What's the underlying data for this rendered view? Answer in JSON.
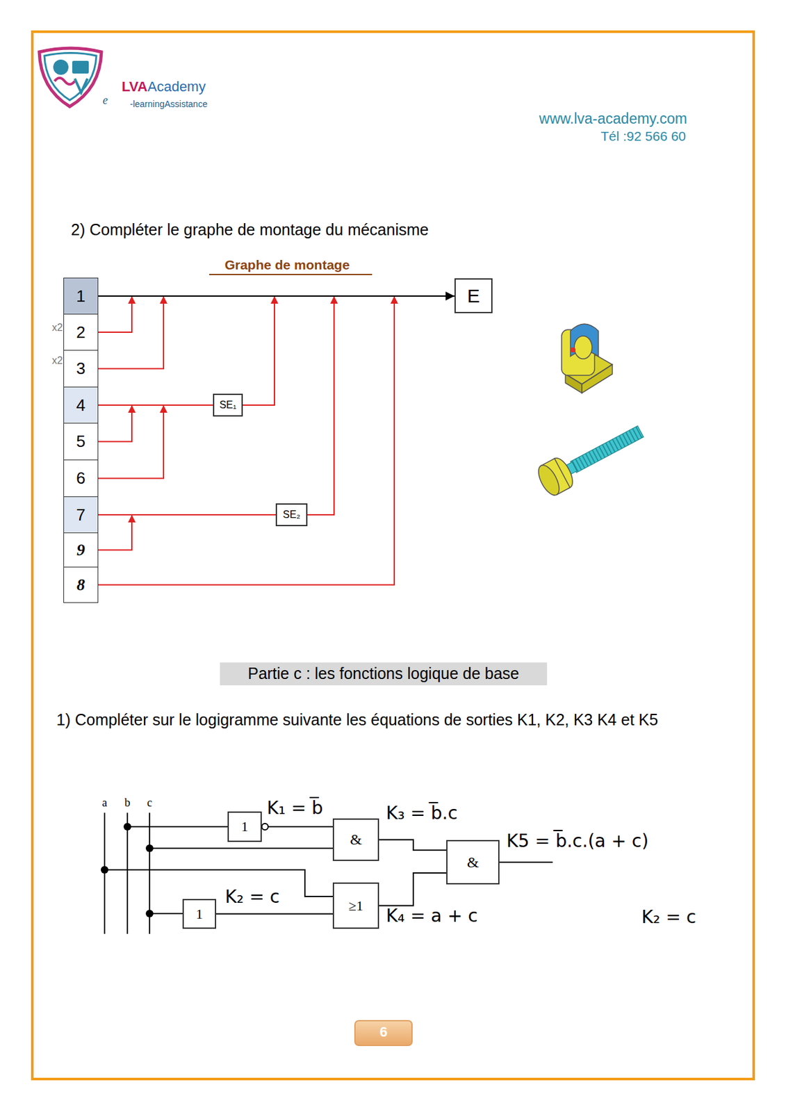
{
  "diagram": {
    "nodes": [
      {
        "text": [
          "1"
        ]
      },
      {
        "text": [
          "2"
        ]
      },
      {
        "text": [
          "3"
        ]
      },
      {
        "text": [
          "4"
        ]
      },
      {
        "text": [
          "5"
        ]
      },
      {
        "text": [
          "6"
        ]
      },
      {
        "text": [
          "7"
        ]
      },
      {
        "text": [
          "9"
        ]
      },
      {
        "text": [
          "8"
        ]
      },
      {
        "text": [
          "E"
        ]
      },
      {
        "text": [
          "SE₁"
        ]
      },
      {
        "text": [
          "SE₂"
        ]
      },
      {
        "text": [
          "1"
        ]
      },
      {
        "text": [
          "&"
        ]
      },
      {
        "text": [
          "&"
        ]
      },
      {
        "text": [
          "≥1"
        ]
      },
      {
        "text": [
          "1"
        ]
      }
    ],
    "edges": [
      {
        "from": 1,
        "to": 0,
        "arrow": "to"
      },
      {
        "from": 2,
        "to": 0,
        "arrow": "to"
      },
      {
        "from": 3,
        "to": 10,
        "arrow": "none"
      },
      {
        "from": 10,
        "to": 0,
        "arrow": "to"
      },
      {
        "from": 4,
        "to": 3,
        "arrow": "to"
      },
      {
        "from": 5,
        "to": 3,
        "arrow": "to"
      },
      {
        "from": 6,
        "to": 11,
        "arrow": "none"
      },
      {
        "from": 11,
        "to": 0,
        "arrow": "to"
      },
      {
        "from": 7,
        "to": 6,
        "arrow": "to"
      },
      {
        "from": 8,
        "to": 0,
        "arrow": "to"
      },
      {
        "from": 0,
        "to": 9,
        "arrow": "to"
      },
      {
        "from": 12,
        "to": 13,
        "arrow": "none"
      },
      {
        "from": 16,
        "to": 15,
        "arrow": "none"
      },
      {
        "from": 13,
        "to": 14,
        "arrow": "none"
      },
      {
        "from": 15,
        "to": 14,
        "arrow": "none"
      }
    ],
    "labels": [
      "LVA",
      "Academy",
      "e",
      "-learningAssistance",
      "www.lva-academy.com",
      "Tél :92 566 60",
      "2) Compléter le graphe de montage du mécanisme",
      "Graphe de montage",
      "x2",
      "x2",
      "Partie c : les fonctions logique de base",
      "1) Compléter sur le logigramme suivante les équations de sorties K1, K2, K3 K4 et K5",
      "a",
      "b",
      "c",
      "K₁ = b̅",
      "K₃ = b̅.c",
      "K5 = b̅.c.(a + c)",
      "K₂ = c",
      "K₄ = a + c",
      "K₂ = c",
      "6"
    ]
  }
}
